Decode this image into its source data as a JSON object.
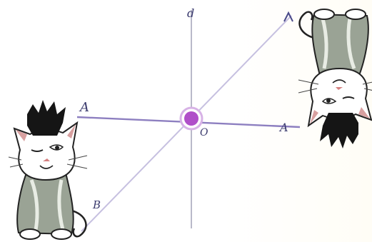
{
  "diagram": {
    "kind": "central-symmetry",
    "labels": {
      "axis_top": "d",
      "center": "O",
      "left_upper": "A",
      "left_lower": "B",
      "right_lower": "A"
    },
    "colors": {
      "lines": "#8d7fc0",
      "center_dot": "#b04fc9",
      "center_ring": "#d7b2e6",
      "fur_dark": "#151515",
      "fur_gray": "#8f9a8a",
      "outline": "#222222"
    }
  }
}
